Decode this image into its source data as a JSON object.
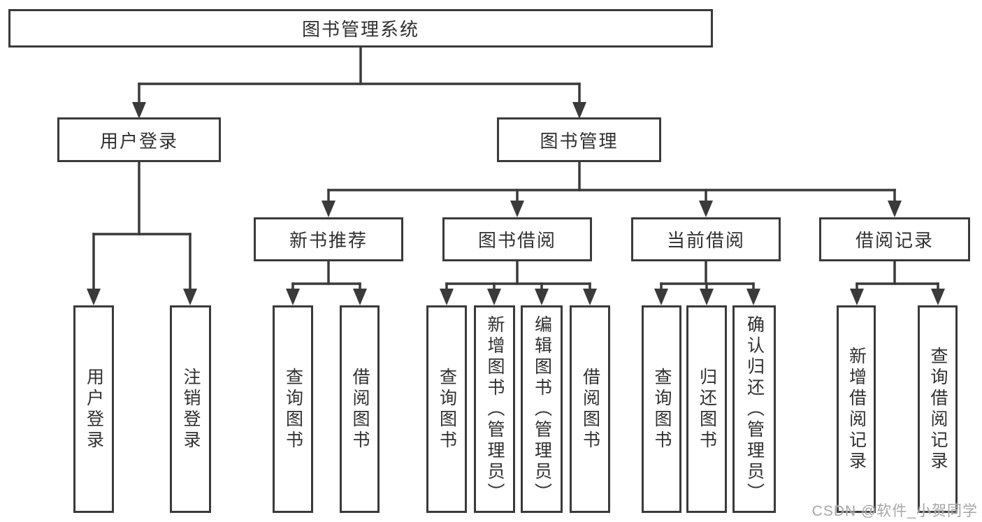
{
  "tree": {
    "root": "图书管理系统",
    "level2": [
      {
        "label": "用户登录",
        "children": [
          "用户登录",
          "注销登录"
        ]
      },
      {
        "label": "图书管理",
        "sections": [
          {
            "label": "新书推荐",
            "children": [
              "查询图书",
              "借阅图书"
            ]
          },
          {
            "label": "图书借阅",
            "children": [
              "查询图书",
              "新增图书（管理员）",
              "编辑图书（管理员）",
              "借阅图书"
            ]
          },
          {
            "label": "当前借阅",
            "children": [
              "查询图书",
              "归还图书",
              "确认归还（管理员）"
            ]
          },
          {
            "label": "借阅记录",
            "children": [
              "新增借阅记录",
              "查询借阅记录"
            ]
          }
        ]
      }
    ]
  },
  "watermark": {
    "text": "CSDN @软件_小贺同学"
  },
  "colors": {
    "line": "#3a3a3a",
    "text": "#303030",
    "background": "#ffffff",
    "watermark": "#a6a6a6"
  }
}
